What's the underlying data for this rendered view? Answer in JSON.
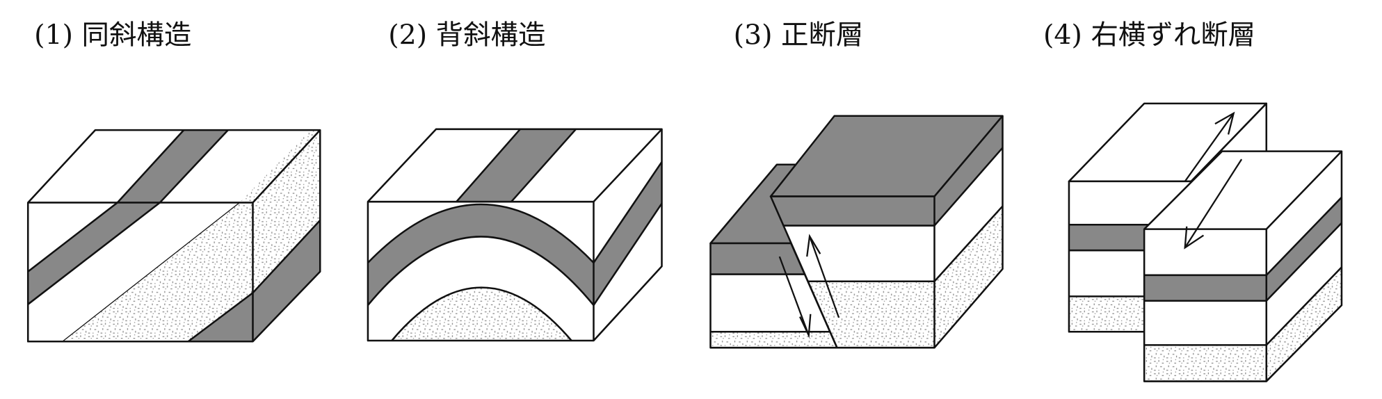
{
  "panels": [
    {
      "label": "(1) 同斜構造"
    },
    {
      "label": "(2) 背斜構造"
    },
    {
      "label": "(3) 正断層"
    },
    {
      "label": "(4) 右横ずれ断層"
    }
  ],
  "colors": {
    "dark_layer": "#888888",
    "stipple_dots": "#8a8a8a",
    "line": "#111111"
  }
}
